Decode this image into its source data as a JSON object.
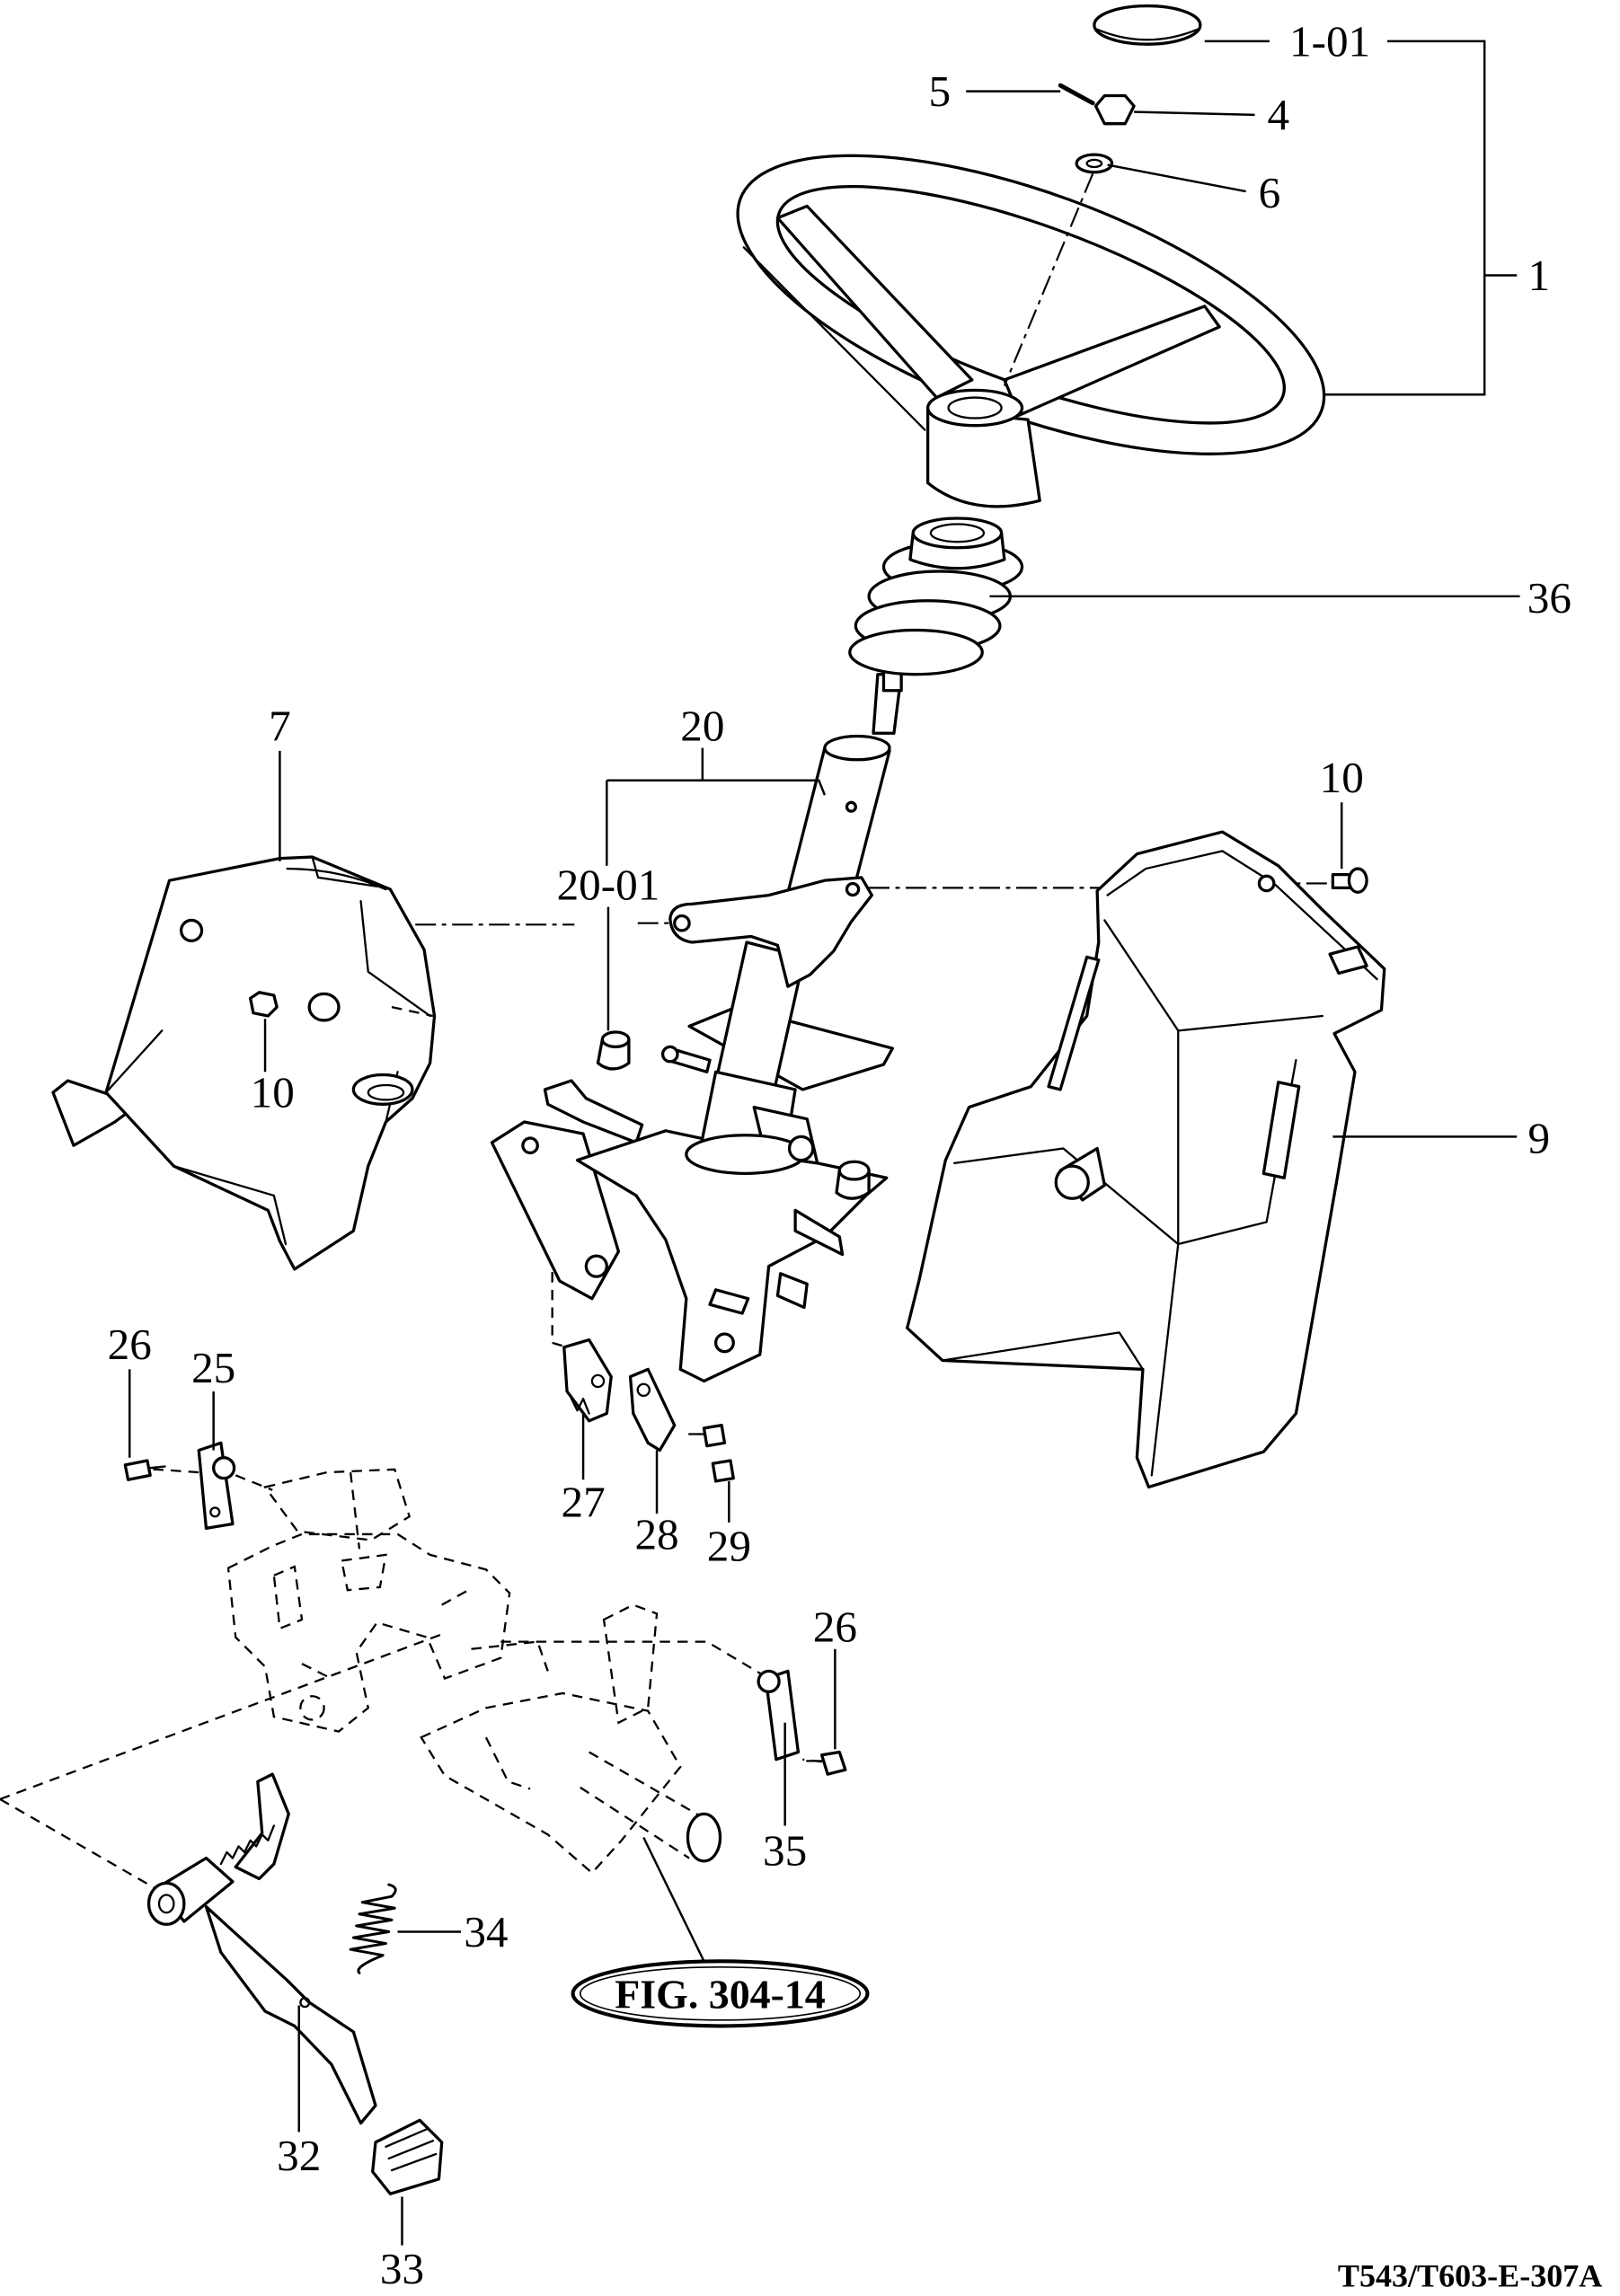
{
  "diagram": {
    "callouts": [
      "1-01",
      "5",
      "4",
      "6",
      "1",
      "36",
      "7",
      "20",
      "20-01",
      "10",
      "10",
      "9",
      "26",
      "25",
      "27",
      "28",
      "29",
      "26",
      "35",
      "34",
      "32",
      "33"
    ],
    "figure_reference": "FIG. 304-14",
    "drawing_code": "T543/T603-E-307A"
  }
}
